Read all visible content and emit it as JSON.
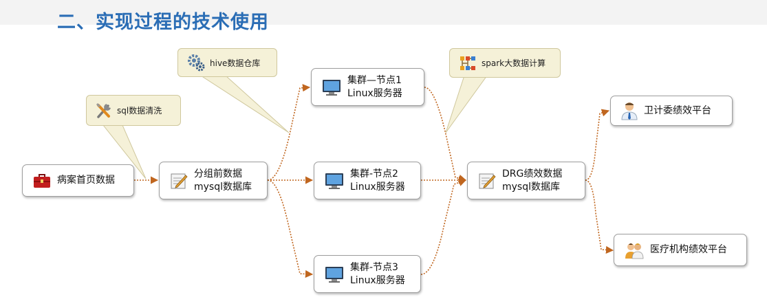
{
  "title": "二、实现过程的技术使用",
  "nodes": {
    "source": {
      "label": "病案首页数据",
      "icon": "toolbox-icon"
    },
    "pregroup": {
      "line1": "分组前数据",
      "line2": "mysql数据库",
      "icon": "edit-document-icon"
    },
    "cluster1": {
      "line1": "集群—节点1",
      "line2": "Linux服务器",
      "icon": "monitor-icon"
    },
    "cluster2": {
      "line1": "集群-节点2",
      "line2": "Linux服务器",
      "icon": "monitor-icon"
    },
    "cluster3": {
      "line1": "集群-节点3",
      "line2": "Linux服务器",
      "icon": "monitor-icon"
    },
    "drg": {
      "line1": "DRG绩效数据",
      "line2": "mysql数据库",
      "icon": "edit-document-icon"
    },
    "health": {
      "label": "卫计委绩效平台",
      "icon": "person-icon"
    },
    "hospital": {
      "label": "医疗机构绩效平台",
      "icon": "people-icon"
    }
  },
  "callouts": {
    "sql": {
      "label": "sql数据清洗",
      "icon": "tools-icon"
    },
    "hive": {
      "label": "hive数据仓库",
      "icon": "gears-icon"
    },
    "spark": {
      "label": "spark大数据计算",
      "icon": "hierarchy-icon"
    }
  },
  "colors": {
    "title": "#2a6db5",
    "connector": "#c0661f",
    "callout_fill": "#f5f1d8"
  }
}
